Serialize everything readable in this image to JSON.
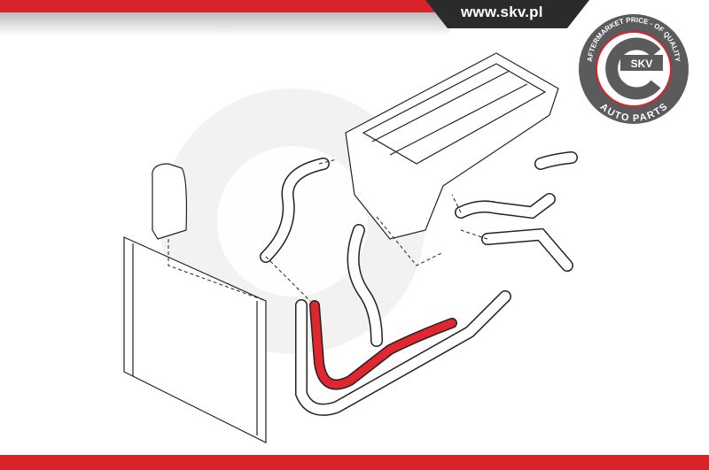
{
  "header": {
    "url": "www.skv.pl"
  },
  "logo": {
    "brand": "SKV",
    "ring_top": "AFTERMARKET PRICE - OF QUALITY",
    "ring_bottom": "AUTO PARTS"
  },
  "colors": {
    "accent": "#d9232a",
    "dark": "#2b2b2b",
    "logo_grey": "#5b5b5b",
    "highlight_hose": "#e0262f"
  }
}
